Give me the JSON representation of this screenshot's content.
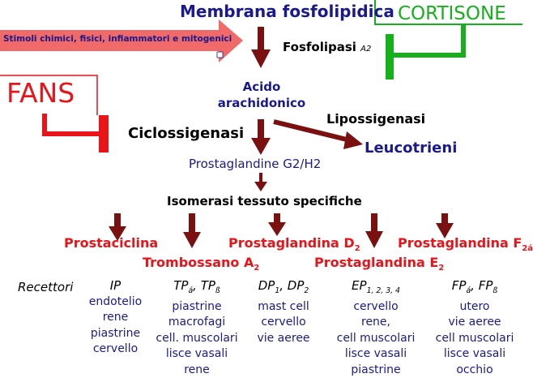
{
  "top": {
    "membrane": "Membrana fosfolipidica",
    "stimuli": "Stimoli chimici, fisici, infiammatori e mitogenici",
    "cortisone": "CORTISONE",
    "phospholipase": "Fosfolipasi",
    "phospholipase_sub": "A2"
  },
  "middle": {
    "fans": "FANS",
    "arachidonic_1": "Acido",
    "arachidonic_2": "arachidonico",
    "lipoxygenase": "Lipossigenasi",
    "cyclooxygenase": "Ciclossigenasi",
    "leukotrienes": "Leucotrieni",
    "pg_g2h2": "Prostaglandine G2/H2",
    "isomerase": "Isomerasi tessuto specifiche"
  },
  "products": {
    "prostacyclin": "Prostaciclina",
    "thromboxane": "Trombossano A",
    "thromboxane_sub": "2",
    "pgd": "Prostaglandina D",
    "pgd_sub": "2",
    "pge": "Prostaglandina E",
    "pge_sub": "2",
    "pgf": "Prostaglandina F",
    "pgf_sub": "2á"
  },
  "receptors": {
    "label": "Recettori",
    "columns": [
      {
        "head": "IP",
        "sub": "",
        "head2": "",
        "sub2": "",
        "lines": [
          "endotelio",
          "rene",
          "piastrine",
          "cervello"
        ]
      },
      {
        "head": "TP",
        "sub": "á",
        "head2": ",  TP",
        "sub2": "ß",
        "lines": [
          "piastrine",
          "macrofagi",
          "cell. muscolari",
          "lisce vasali",
          "rene"
        ]
      },
      {
        "head": "DP",
        "sub": "1",
        "head2": ",  DP",
        "sub2": "2",
        "lines": [
          "mast cell",
          "cervello",
          "vie aeree"
        ]
      },
      {
        "head": "EP",
        "sub": "1, 2, 3, 4",
        "head2": "",
        "sub2": "",
        "lines": [
          "cervello",
          "rene,",
          "cell muscolari",
          "lisce vasali",
          "piastrine"
        ]
      },
      {
        "head": "FP",
        "sub": "á",
        "head2": ",  FP",
        "sub2": "ß",
        "lines": [
          "utero",
          "vie aeree",
          "cell muscolari",
          "lisce vasali",
          "occhio"
        ]
      }
    ]
  },
  "colors": {
    "arrow": "#7a1010",
    "red": "#e8141a",
    "green": "#16b01c",
    "navy": "#1a1a8c",
    "pink_arrow": "#f06a6a"
  }
}
